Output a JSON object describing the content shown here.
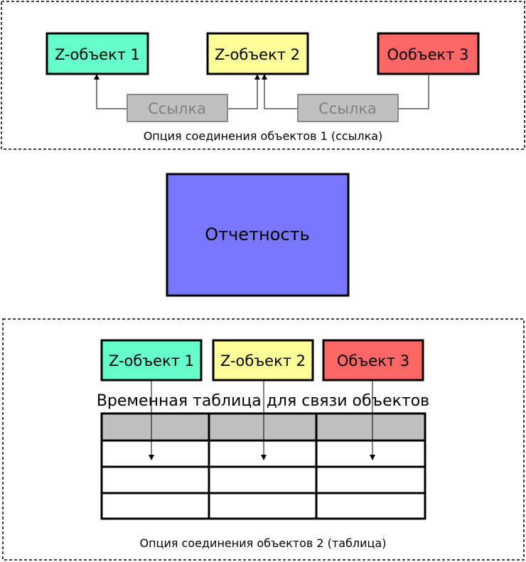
{
  "option1": {
    "caption": "Опция соединения объектов 1 (ссылка)",
    "objects": [
      {
        "label": "Z-объект 1",
        "color": "#66ffcc"
      },
      {
        "label": "Z-объект 2",
        "color": "#ffff99"
      },
      {
        "label": "Ообъект 3",
        "color": "#ff6666"
      }
    ],
    "links": [
      {
        "label": "Ссылка"
      },
      {
        "label": "Ссылка"
      }
    ],
    "link_color": "#c0c0c0",
    "link_text_color": "#808080"
  },
  "reporting": {
    "label": "Отчетность",
    "color": "#7777ff"
  },
  "option2": {
    "caption": "Опция соединения объектов 2 (таблица)",
    "objects": [
      {
        "label": "Z-объект 1",
        "color": "#66ffcc"
      },
      {
        "label": "Z-объект 2",
        "color": "#ffff99"
      },
      {
        "label": "Объект 3",
        "color": "#ff6666"
      }
    ],
    "table_title": "Временная таблица для связи объектов",
    "table_header_color": "#c0c0c0"
  }
}
